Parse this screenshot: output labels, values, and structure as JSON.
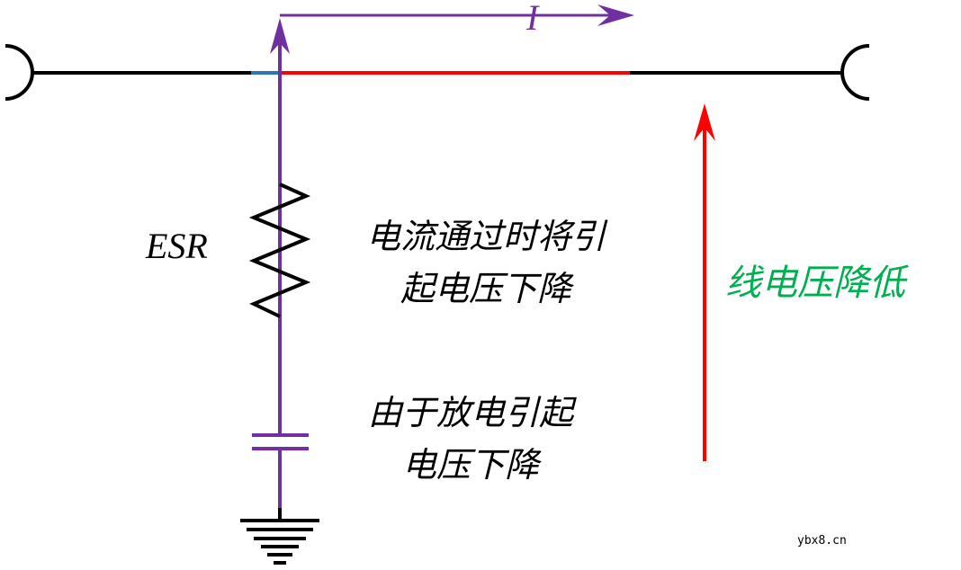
{
  "diagram": {
    "title": "",
    "labels": {
      "current": "I",
      "esr": "ESR",
      "esr_note_line1": "电流通过时将引",
      "esr_note_line2": "起电压下降",
      "cap_note_line1": "由于放电引起",
      "cap_note_line2": "电压下降",
      "line_voltage": "线电压降低"
    },
    "components": [
      {
        "type": "terminal",
        "name": "left-terminal"
      },
      {
        "type": "terminal",
        "name": "right-terminal"
      },
      {
        "type": "resistor",
        "name": "ESR"
      },
      {
        "type": "capacitor",
        "name": "capacitor"
      },
      {
        "type": "ground",
        "name": "ground"
      }
    ],
    "colors": {
      "wire": "#000000",
      "current_path": "#7030a0",
      "voltage_drop_segment": "#ff0000",
      "voltage_arrow": "#ff0000",
      "line_voltage_text": "#00b050",
      "junction_segment": "#2e75b6"
    },
    "watermark": "ybx8.cn"
  }
}
